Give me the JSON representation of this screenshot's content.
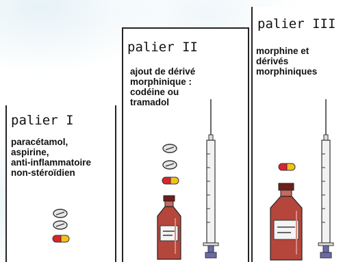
{
  "steps": [
    {
      "title": "palier I",
      "lines": [
        "paracétamol,",
        "aspirine,",
        "anti-inflammatoire",
        "non-stéroïdien"
      ]
    },
    {
      "title": "palier II",
      "lines": [
        "ajout de dérivé",
        "morphinique :",
        "codéine ou",
        "tramadol"
      ]
    },
    {
      "title": "palier III",
      "lines": [
        "morphine et",
        "dérivés",
        "morphiniques"
      ]
    }
  ],
  "colors": {
    "capsule_red": "#d8262c",
    "capsule_yellow": "#f2c21c",
    "bottle": "#b5463c",
    "bottle_cap": "#6e1f18",
    "syringe_plunger": "#6a6aa8",
    "border": "#222222"
  },
  "icons": [
    "tablet-icon",
    "capsule-icon",
    "vial-icon",
    "syringe-icon"
  ]
}
